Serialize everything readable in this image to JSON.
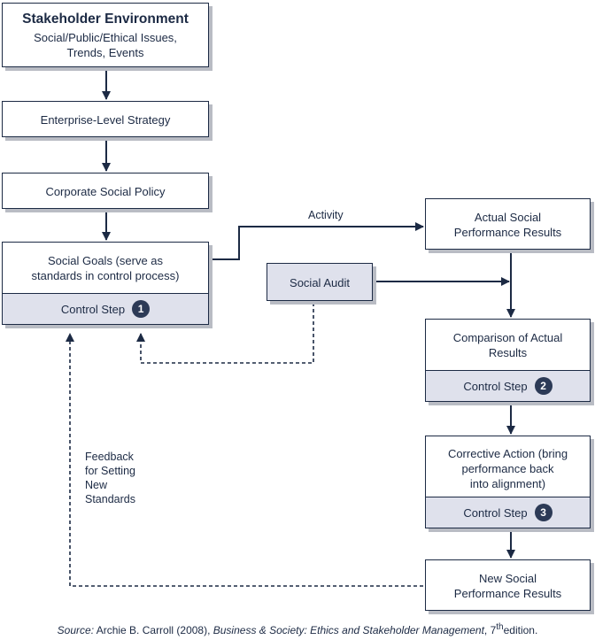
{
  "stakeholder_environment": {
    "title": "Stakeholder Environment",
    "line1": "Social/Public/Ethical Issues,",
    "line2": "Trends, Events"
  },
  "enterprise_strategy": {
    "label": "Enterprise-Level Strategy"
  },
  "corporate_policy": {
    "label": "Corporate Social Policy"
  },
  "social_goals": {
    "line1": "Social Goals (serve as",
    "line2": "standards in control process)",
    "control_label": "Control Step",
    "step": "1"
  },
  "social_audit": {
    "label": "Social Audit"
  },
  "activity_label": "Activity",
  "actual_results": {
    "line1": "Actual Social",
    "line2": "Performance Results"
  },
  "comparison": {
    "line1": "Comparison of Actual",
    "line2": "Results",
    "control_label": "Control Step",
    "step": "2"
  },
  "corrective": {
    "line1": "Corrective Action (bring",
    "line2": "performance back",
    "line3": "into alignment)",
    "control_label": "Control Step",
    "step": "3"
  },
  "new_results": {
    "line1": "New Social",
    "line2": "Performance Results"
  },
  "feedback": {
    "line1": "Feedback",
    "line2": "for Setting",
    "line3": "New",
    "line4": "Standards"
  },
  "source": {
    "prefix": "Source:",
    "author": " Archie B. Carroll (2008), ",
    "book": "Business & Society: Ethics and Stakeholder Management",
    "edition_num": ", 7",
    "edition_sup": "th",
    "edition_suffix": "edition."
  }
}
